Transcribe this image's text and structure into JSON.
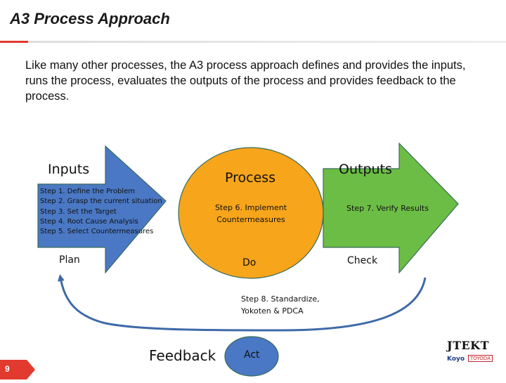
{
  "slide": {
    "title": "A3 Process Approach",
    "intro": "Like many other processes, the A3 process approach defines and provides the inputs, runs the process, evaluates the outputs of the process and provides feedback to the process.",
    "page_number": "9"
  },
  "diagram": {
    "inputs": {
      "heading": "Inputs",
      "steps": [
        "Step 1. Define the Problem",
        "Step 2. Grasp the current situation",
        "Step 3. Set the Target",
        "Step 4. Root Cause Analysis",
        "Step 5. Select Countermeasures"
      ],
      "phase": "Plan",
      "color": "#4a78c4"
    },
    "process": {
      "heading": "Process",
      "step": "Step 6. Implement Countermeasures",
      "phase": "Do",
      "color": "#f7a51b"
    },
    "outputs": {
      "heading": "Outputs",
      "step": "Step 7. Verify Results",
      "phase": "Check",
      "color": "#6cbd45"
    },
    "feedback": {
      "label": "Feedback",
      "step": "Step 8. Standardize, Yokoten & PDCA",
      "phase": "Act",
      "color": "#4a78c4"
    }
  },
  "logo": {
    "name": "JTEKT",
    "sub": "Koyo",
    "tag": "TOYODA"
  }
}
